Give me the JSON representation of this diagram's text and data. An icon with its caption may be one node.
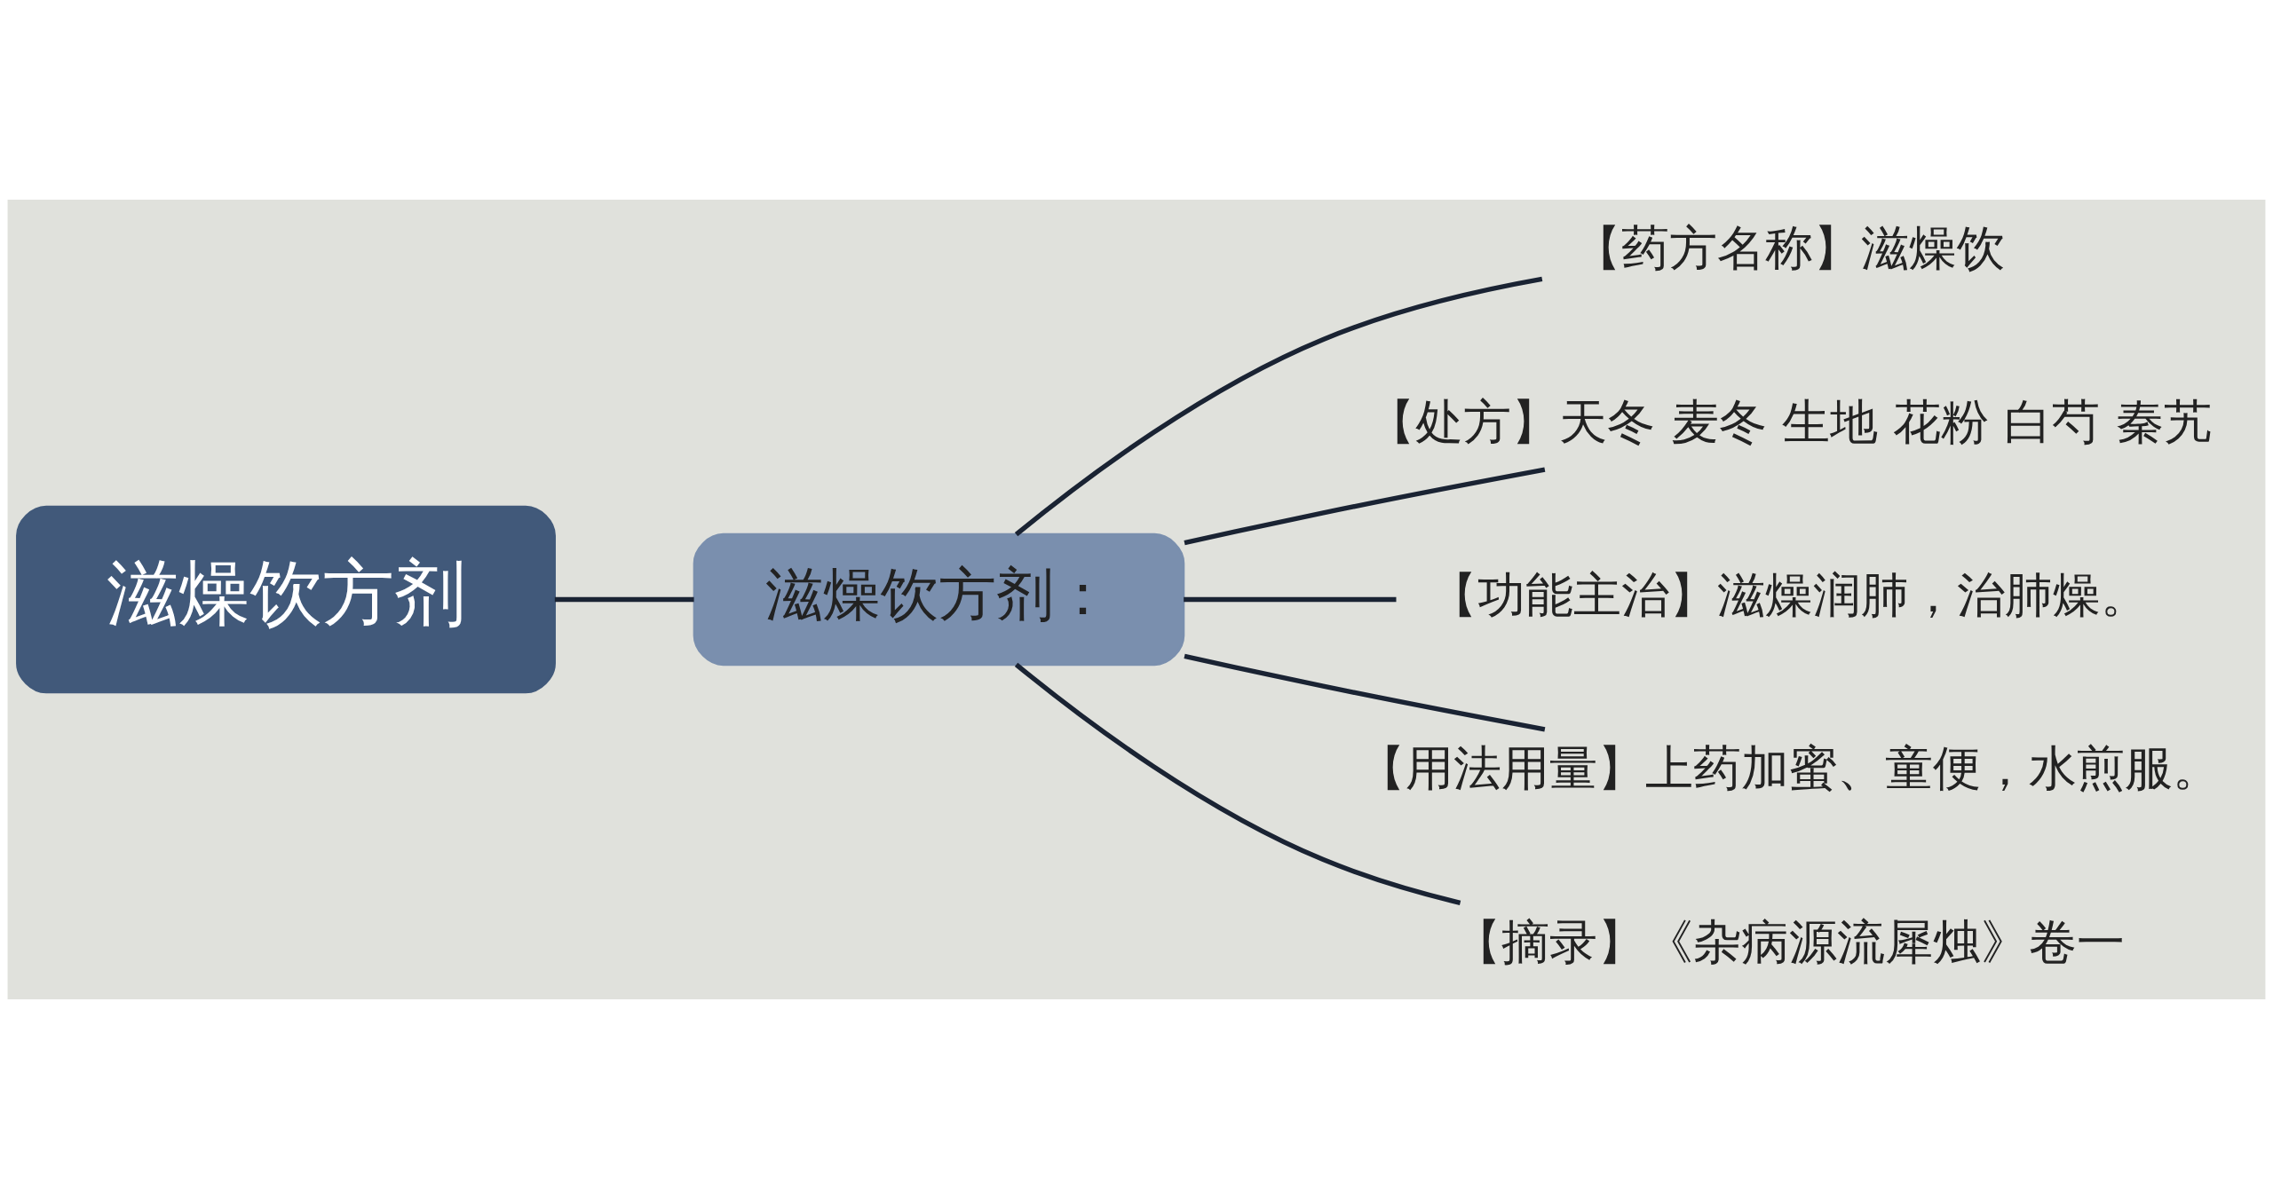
{
  "diagram": {
    "nodes": [
      {
        "text": [
          "滋燥饮方剂"
        ]
      },
      {
        "text": [
          "滋燥饮方剂："
        ]
      },
      {
        "text": [
          "【药方名称】滋燥饮"
        ]
      },
      {
        "text": [
          "【处方】天冬 麦冬 生地 花粉 白芍 秦艽"
        ]
      },
      {
        "text": [
          "【功能主治】滋燥润肺，治肺燥。"
        ]
      },
      {
        "text": [
          "【用法用量】上药加蜜、童便，水煎服。"
        ]
      },
      {
        "text": [
          "【摘录】《杂病源流犀烛》卷一"
        ]
      }
    ],
    "edges": [
      {
        "from": 0,
        "to": 1,
        "arrow": "none"
      },
      {
        "from": 1,
        "to": 2,
        "arrow": "none"
      },
      {
        "from": 1,
        "to": 3,
        "arrow": "none"
      },
      {
        "from": 1,
        "to": 4,
        "arrow": "none"
      },
      {
        "from": 1,
        "to": 5,
        "arrow": "none"
      },
      {
        "from": 1,
        "to": 6,
        "arrow": "none"
      }
    ]
  }
}
